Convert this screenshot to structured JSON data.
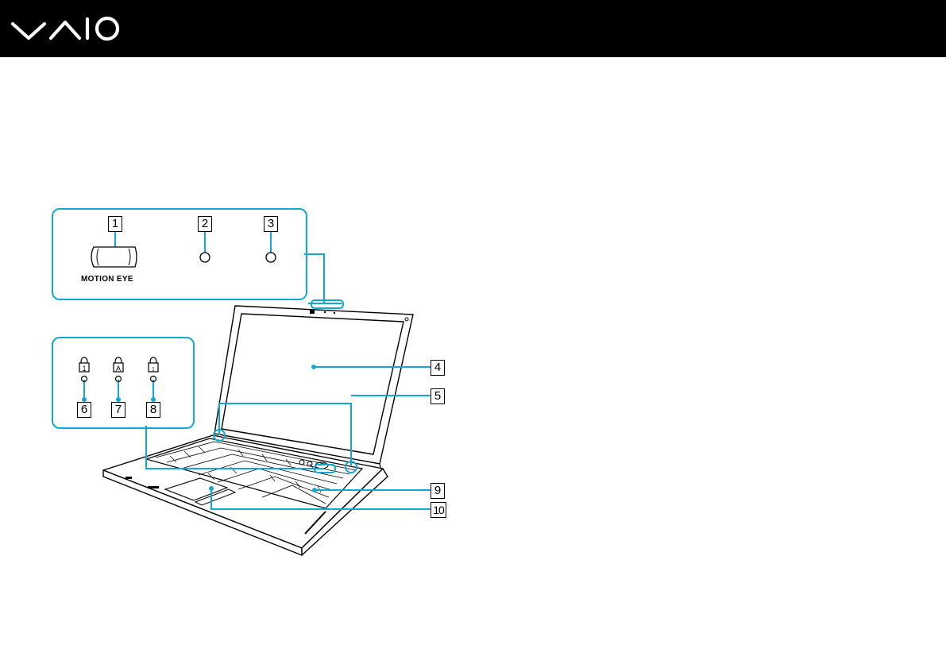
{
  "header": {
    "logo_icon": "vaio-logo-icon",
    "background": "#000000"
  },
  "colors": {
    "callout": "#12a8d6",
    "ink": "#000000"
  },
  "camera_panel": {
    "items": [
      {
        "number": "1",
        "icon": "camera-lens-icon",
        "label": "MOTION EYE"
      },
      {
        "number": "2",
        "icon": "microphone-icon"
      },
      {
        "number": "3",
        "icon": "indicator-icon"
      }
    ]
  },
  "lock_panel": {
    "items": [
      {
        "number": "6",
        "icon": "num-lock-icon",
        "glyph": "1"
      },
      {
        "number": "7",
        "icon": "caps-lock-icon",
        "glyph": "A"
      },
      {
        "number": "8",
        "icon": "scroll-lock-icon",
        "glyph": "↕"
      }
    ]
  },
  "laptop_callouts": [
    {
      "number": "4"
    },
    {
      "number": "5"
    },
    {
      "number": "9"
    },
    {
      "number": "10"
    }
  ]
}
